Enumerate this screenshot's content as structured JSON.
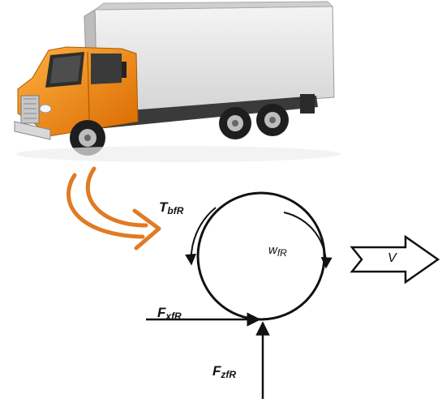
{
  "labels": {
    "torque": {
      "main": "T",
      "sub": "bfR"
    },
    "omega": {
      "main": "w",
      "sub": "fR"
    },
    "fx": {
      "main": "F",
      "sub": "xfR"
    },
    "fz": {
      "main": "F",
      "sub": "zfR"
    },
    "velocity": {
      "main": "V"
    }
  },
  "colors": {
    "truck_cab": "#f08a14",
    "truck_box": "#e8e8e8",
    "curved_arrow": "#e07b24",
    "lines": "#111111"
  }
}
